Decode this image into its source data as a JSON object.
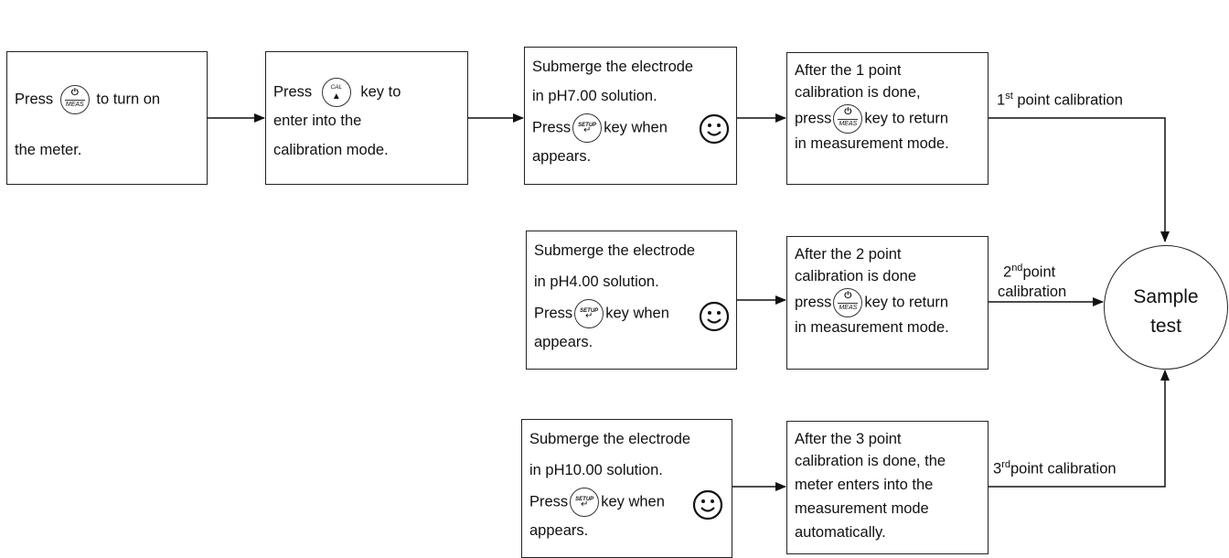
{
  "boxes": {
    "power": {
      "pre": "Press",
      "post": "to turn on",
      "line2": "the meter."
    },
    "cal": {
      "pre": "Press",
      "post": "key to",
      "line2": "enter into the",
      "line3": "calibration mode."
    },
    "sub7": {
      "l1": "Submerge the electrode",
      "l2": "in pH7.00 solution.",
      "l3pre": "Press",
      "l3post": "key when",
      "l4": "appears."
    },
    "sub4": {
      "l1": "Submerge the electrode",
      "l2": "in pH4.00 solution.",
      "l3pre": "Press",
      "l3post": "key when",
      "l4": "appears."
    },
    "sub10": {
      "l1": "Submerge the electrode",
      "l2": "in pH10.00 solution.",
      "l3pre": "Press",
      "l3post": "key when",
      "l4": "appears."
    },
    "after1": {
      "l1": "After the 1 point",
      "l2": "calibration is done,",
      "l3pre": "press",
      "l3post": "key to return",
      "l4": "in measurement mode."
    },
    "after2": {
      "l1": "After the 2 point",
      "l2": "calibration is done",
      "l3pre": "press",
      "l3post": "key to return",
      "l4": "in measurement mode."
    },
    "after3": {
      "l1": "After the 3 point",
      "l2": "calibration is done, the",
      "l3": "meter enters into the",
      "l4": "measurement mode",
      "l5": "automatically."
    }
  },
  "keys": {
    "meas": {
      "top": "⏻",
      "bottom": "MEAS"
    },
    "cal": {
      "top": "CAL",
      "bottom": "▲"
    },
    "setup": {
      "top": "SETUP",
      "bottom": "↵"
    }
  },
  "labels": {
    "p1_num": "1",
    "p1_sup": "st",
    "p1_text": " point calibration",
    "p2_num": "2",
    "p2_sup": "nd",
    "p2_text": "point",
    "p2_line2": "calibration",
    "p3_num": "3",
    "p3_sup": "rd",
    "p3_text": "point calibration"
  },
  "sample": {
    "line1": "Sample",
    "line2": "test"
  }
}
